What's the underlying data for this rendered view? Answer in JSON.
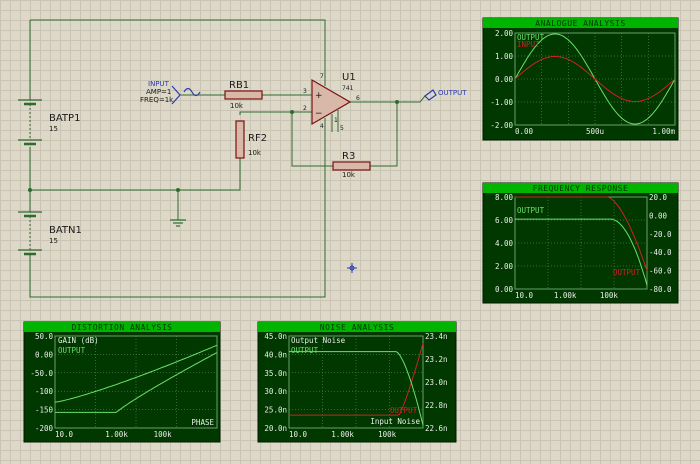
{
  "schematic": {
    "batp1": {
      "name": "BATP1",
      "value": "15"
    },
    "batn1": {
      "name": "BATN1",
      "value": "15"
    },
    "rb1": {
      "name": "RB1",
      "value": "10k"
    },
    "rf2": {
      "name": "RF2",
      "value": "10k"
    },
    "r3": {
      "name": "R3",
      "value": "10k"
    },
    "u1": {
      "name": "U1",
      "part": "741",
      "pin_noninv": "3",
      "pin_inv": "2",
      "pin_out": "6",
      "pin_v_plus": "7",
      "pin_v_minus": "4",
      "pin_offset_a": "1",
      "pin_offset_b": "5"
    },
    "input_gen": {
      "name": "INPUT",
      "amp": "AMP=1",
      "freq": "FREQ=1k"
    },
    "output_probe": {
      "name": "OUTPUT"
    }
  },
  "colors": {
    "panel_bg": "#003800",
    "title_bar": "#00b400",
    "grid": "#6aa06a",
    "trace_output": "#6be06b",
    "trace_input": "#cc2222",
    "wire": "#2e6b2e",
    "resistor": "#7a1010"
  },
  "charts": {
    "analogue": {
      "title": "ANALOGUE ANALYSIS",
      "legend": [
        "OUTPUT",
        "INPUT"
      ],
      "y_ticks": [
        "2.00",
        "1.00",
        "0.00",
        "-1.00",
        "-2.00"
      ],
      "x_ticks": [
        "0.00",
        "500u",
        "1.00m"
      ]
    },
    "frequency": {
      "title": "FREQUENCY RESPONSE",
      "legend": [
        "OUTPUT",
        "OUTPUT"
      ],
      "y_ticks_left": [
        "8.00",
        "6.00",
        "4.00",
        "2.00",
        "0.00"
      ],
      "y_ticks_right": [
        "20.0",
        "0.00",
        "-20.0",
        "-40.0",
        "-60.0",
        "-80.0"
      ],
      "x_ticks": [
        "10.0",
        "1.00k",
        "100k"
      ]
    },
    "distortion": {
      "title": "DISTORTION ANALYSIS",
      "trace_title": "GAIN (dB)",
      "legend": [
        "OUTPUT"
      ],
      "corner_label": "PHASE",
      "y_ticks": [
        "50.0",
        "0.00",
        "-50.0",
        "-100",
        "-150",
        "-200"
      ],
      "x_ticks": [
        "10.0",
        "1.00k",
        "100k"
      ]
    },
    "noise": {
      "title": "NOISE ANALYSIS",
      "trace_title": "Output Noise",
      "legend": [
        "OUTPUT",
        "OUTPUT"
      ],
      "corner_label": "Input Noise",
      "y_ticks_left": [
        "45.0n",
        "40.0n",
        "35.0n",
        "30.0n",
        "25.0n",
        "20.0n"
      ],
      "y_ticks_right": [
        "23.4n",
        "23.2n",
        "23.0n",
        "22.8n",
        "22.6n"
      ],
      "x_ticks": [
        "10.0",
        "1.00k",
        "100k"
      ]
    }
  }
}
